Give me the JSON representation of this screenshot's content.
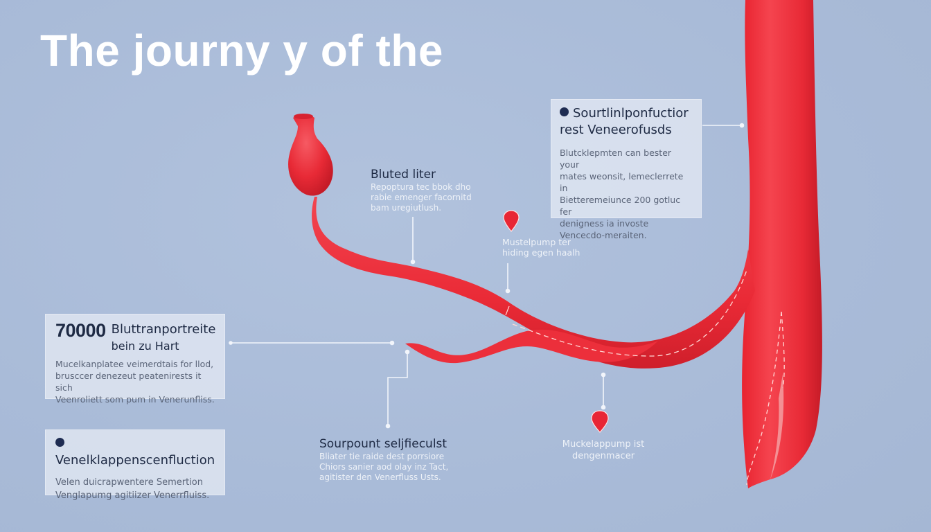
{
  "title": "The journy y of the",
  "colors": {
    "background": "#abbdd9",
    "vessel": "#ef2d3a",
    "vessel_dark": "#c81e2b",
    "card_bg": "#e1e7f2",
    "title_text": "#ffffff",
    "heading_text": "#1e2a44",
    "bullet": "#1e2c52"
  },
  "cards": {
    "top_right": {
      "icon": "bullet-dot-icon",
      "title_line1": "Sourtlinlponfuctior",
      "title_line2": "rest Veneerofusds",
      "body": [
        "Blutcklepmten can bester your",
        "mates weonsit, lemeclerrete in",
        "Bietteremeiunce  200 gotluc fer",
        "denigness ia invoste",
        "Vencecdo-meraiten."
      ]
    },
    "stat": {
      "number": "70000",
      "title_line1": "Bluttranportreite",
      "title_line2": "bein zu Hart",
      "body": [
        "Mucelkanplatee  veimerdtais for llod,",
        "brusccer denezeut peatenirests it sich",
        "Veenroliett som pum in Venerunfliss."
      ]
    },
    "valve": {
      "icon": "bullet-dot-icon",
      "title": "Venelklappenscenfluction",
      "body": [
        "Velen duicrapwentere Semertion",
        "Venglapumg agitiizer Venerrfluiss."
      ]
    }
  },
  "labels": {
    "bluted": {
      "title": "Bluted liter",
      "body": [
        "Repoptura tec bbok dho",
        "rabie emenger facornitd",
        "bam uregiutlush."
      ]
    },
    "muscle_top": {
      "icon": "map-pin-icon",
      "body": [
        "Mustelpump ter",
        "hiding egen haalh"
      ]
    },
    "sourpount": {
      "title": "Sourpount seljfieculst",
      "body": [
        "Bliater tie raide dest porrsiore",
        "Chiors sanier aod olay inz Tact,",
        "agitister den Venerfluss Usts."
      ]
    },
    "muscle_bottom": {
      "icon": "map-pin-icon",
      "body": [
        "Muckelappump ist",
        "dengenmacer"
      ]
    }
  }
}
